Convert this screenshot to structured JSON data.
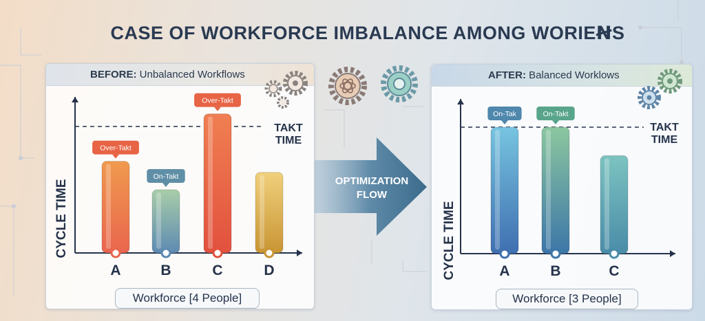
{
  "title": "CASE OF WORKFORCE IMBALANCE AMONG WORIEꞤS",
  "flow_label": [
    "OPTIMIZATION",
    "FLOW"
  ],
  "before": {
    "header_prefix": "BEFORE:",
    "header_text": " Unbalanced Workflows",
    "y_label": "CYCLE TIME",
    "takt_label": [
      "TAKT",
      "TIME"
    ],
    "workforce": "Workforce [4 People]"
  },
  "after": {
    "header_prefix": "AFTER:",
    "header_text": " Balanced Worklows",
    "y_label": "CYCLE TIME",
    "takt_label": [
      "TAKT",
      "TIME"
    ],
    "workforce": "Workforce [3 People]"
  },
  "chart_data": [
    {
      "type": "bar",
      "categories": [
        "A",
        "B",
        "C",
        "D"
      ],
      "values": [
        0.58,
        0.4,
        0.88,
        0.51
      ],
      "takt": 0.8,
      "tags": [
        "Over-Takt",
        "On-Takt",
        "Over-Takt",
        ""
      ],
      "colors": [
        [
          "#f09a4e",
          "#e9664e"
        ],
        [
          "#a8cda8",
          "#5e8ab2"
        ],
        [
          "#f07f52",
          "#e2513e"
        ],
        [
          "#f0d07c",
          "#c99534"
        ]
      ],
      "tag_colors": [
        "#e76445",
        "#5f8fa6",
        "#e76445",
        ""
      ]
    },
    {
      "type": "bar",
      "categories": [
        "A",
        "B",
        "C"
      ],
      "values": [
        0.8,
        0.8,
        0.62
      ],
      "takt": 0.8,
      "tags": [
        "On-Tak",
        "On-Takt",
        ""
      ],
      "colors": [
        [
          "#77c4e0",
          "#3f6fb0"
        ],
        [
          "#8cc79f",
          "#3c76a8"
        ],
        [
          "#7cc3c0",
          "#4a8ca8"
        ]
      ],
      "tag_colors": [
        "#4f87ad",
        "#59a58b",
        ""
      ]
    }
  ]
}
